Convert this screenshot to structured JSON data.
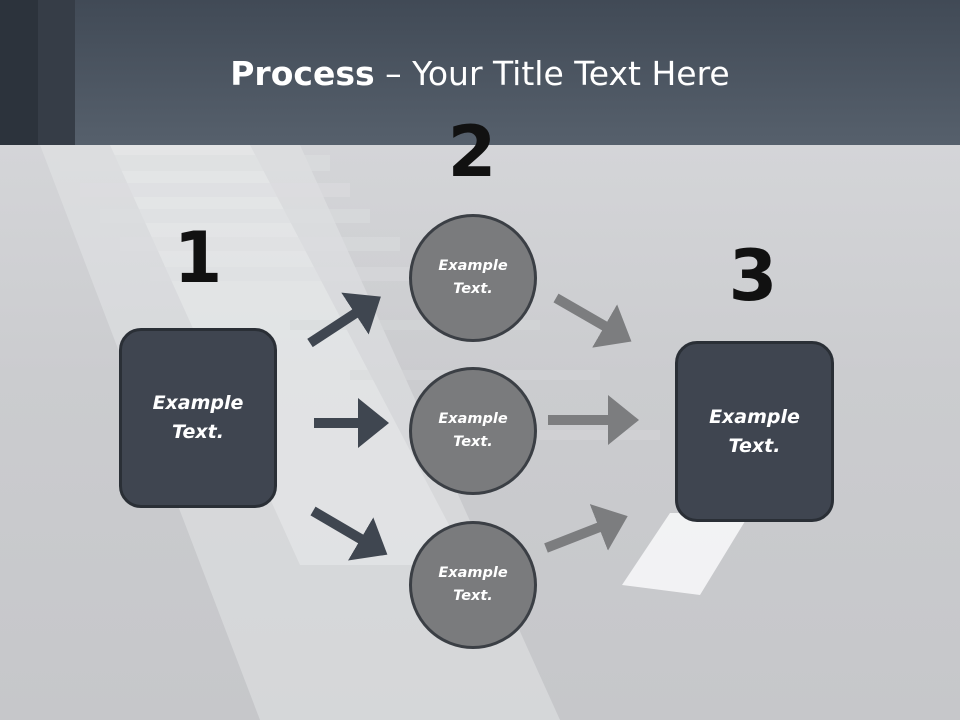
{
  "slide": {
    "title_bold": "Process",
    "title_rest": " – Your Title Text Here"
  },
  "steps": {
    "step1": {
      "number": "1",
      "label": "Example\nText."
    },
    "step2": {
      "number": "2",
      "items": [
        {
          "label": "Example\nText."
        },
        {
          "label": "Example\nText."
        },
        {
          "label": "Example\nText."
        }
      ]
    },
    "step3": {
      "number": "3",
      "label": "Example\nText."
    }
  },
  "colors": {
    "header_dark": "#414a56",
    "box_fill": "#3f4550",
    "circle_fill": "#7a7b7d",
    "arrow_dark": "#3f4650",
    "arrow_light": "#7c7d7f"
  }
}
